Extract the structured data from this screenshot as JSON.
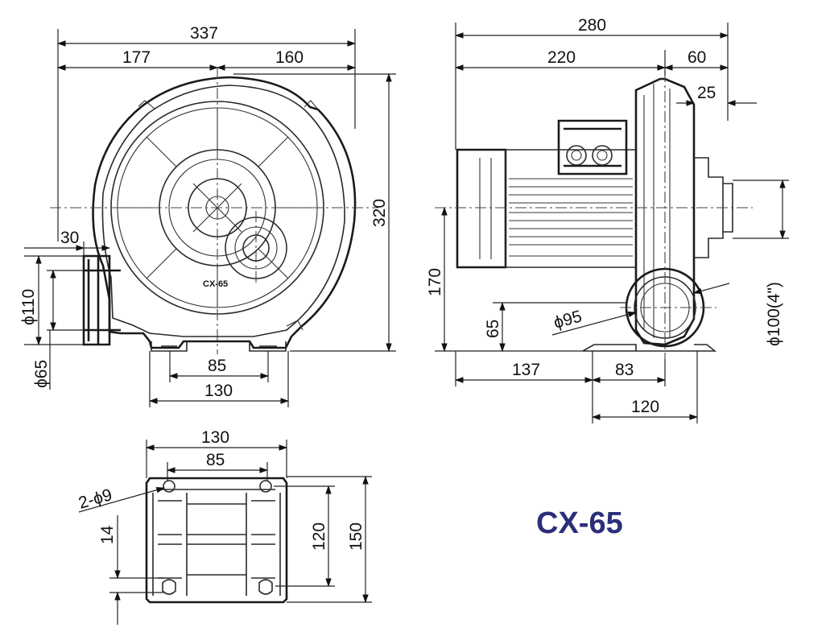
{
  "model": "CX-65",
  "unit_label": "CX-65",
  "colors": {
    "title": "#2b2f7a",
    "lines": "#1a1a1a",
    "background": "#ffffff"
  },
  "front_view": {
    "overall_width": "337",
    "left_half": "177",
    "right_half": "160",
    "height": "320",
    "outlet_length": "30",
    "outlet_outer_dia": "ϕ110",
    "outlet_inner_dia": "ϕ65",
    "foot_holes": "85",
    "foot_width": "130"
  },
  "side_view": {
    "overall_length": "280",
    "motor_length": "220",
    "housing_length": "60",
    "inlet_offset": "25",
    "inlet_dia": "ϕ100(4\")",
    "center_height": "170",
    "outlet_height": "65",
    "outlet_dia": "ϕ95",
    "foot_offset": "137",
    "foot_holes": "83",
    "foot_width": "120"
  },
  "base_view": {
    "width": "130",
    "hole_spacing": "85",
    "holes": "2-ϕ9",
    "hole_offset": "14",
    "hole_pitch_depth": "120",
    "depth": "150"
  }
}
